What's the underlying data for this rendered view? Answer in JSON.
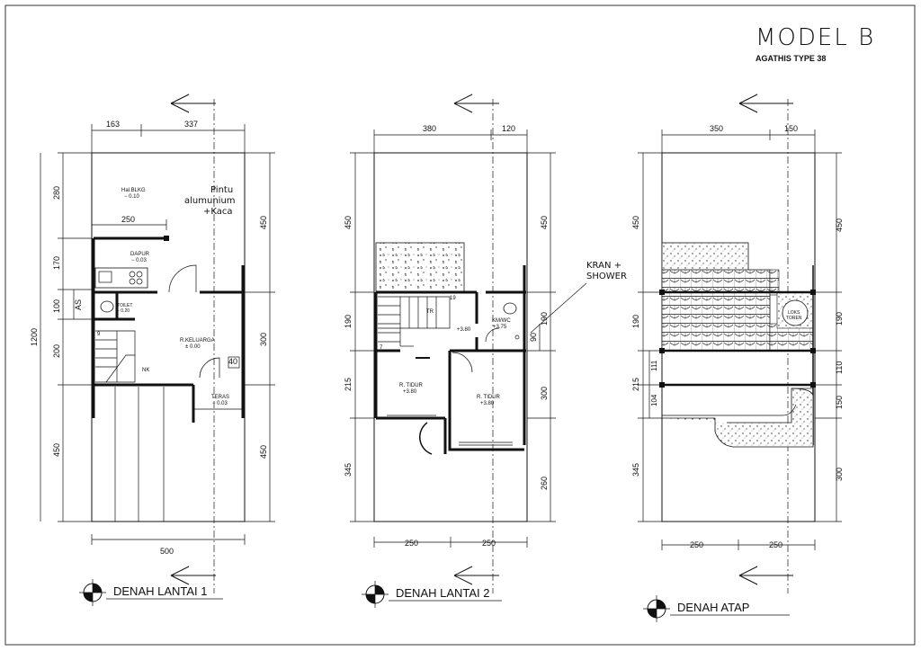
{
  "title": {
    "model": "MODEL B",
    "type": "AGATHIS TYPE 38"
  },
  "plans": {
    "floor1": {
      "label": "DENAH LANTAI 1",
      "dims": {
        "top_a": "163",
        "top_b": "337",
        "bottom": "500",
        "inner_250": "250",
        "left_280": "280",
        "left_170": "170",
        "left_100": "100",
        "left_200": "200",
        "left_450": "450",
        "total": "1200",
        "right_450": "450",
        "right_300": "300",
        "right_450b": "450",
        "d40": "40",
        "d9": "9"
      },
      "rooms": {
        "hal_blkg": "Hal.BLKG",
        "hal_blkg_lv": "− 0.10",
        "dapur": "DAPUR",
        "dapur_lv": "− 0.03",
        "toilet": "TOILET",
        "toilet_lv": "− 0.20",
        "keluarga": "R.KELUARGA",
        "keluarga_lv": "± 0.00",
        "teras": "TERAS",
        "teras_lv": "− 0.03",
        "nk": "NK",
        "as": "AS"
      },
      "note_lines": [
        "Pintu",
        "alumunium",
        "+Kaca"
      ]
    },
    "floor2": {
      "label": "DENAH LANTAI 2",
      "dims": {
        "top_a": "380",
        "top_b": "120",
        "bot_a": "250",
        "bot_b": "250",
        "left_450": "450",
        "left_190": "190",
        "left_215": "215",
        "left_345": "345",
        "right_450": "450",
        "right_190": "190",
        "right_90": "90",
        "right_300": "300",
        "right_260": "260"
      },
      "rooms": {
        "tr": "TR",
        "stair_19": "19",
        "stair_7": "7",
        "lv_380": "+3.80",
        "kmwc": "KM/WC",
        "kmwc_lv": "+3.75",
        "tidur1": "R. TIDUR",
        "tidur1_lv": "+3.80",
        "tidur2": "R. TIDUR",
        "tidur2_lv": "+3.80"
      },
      "note_lines": [
        "KRAN +",
        "SHOWER"
      ]
    },
    "roof": {
      "label": "DENAH ATAP",
      "dims": {
        "top_a": "350",
        "top_b": "150",
        "bot_a": "250",
        "bot_b": "250",
        "left_450": "450",
        "left_190": "190",
        "left_111": "111",
        "left_215": "215",
        "left_104": "104",
        "left_345": "345",
        "right_450": "450",
        "right_190": "190",
        "right_110": "110",
        "right_150": "150",
        "right_300": "300"
      },
      "rooms": {
        "tandon_a": "LOKS",
        "tandon_b": "TOREN"
      }
    }
  }
}
